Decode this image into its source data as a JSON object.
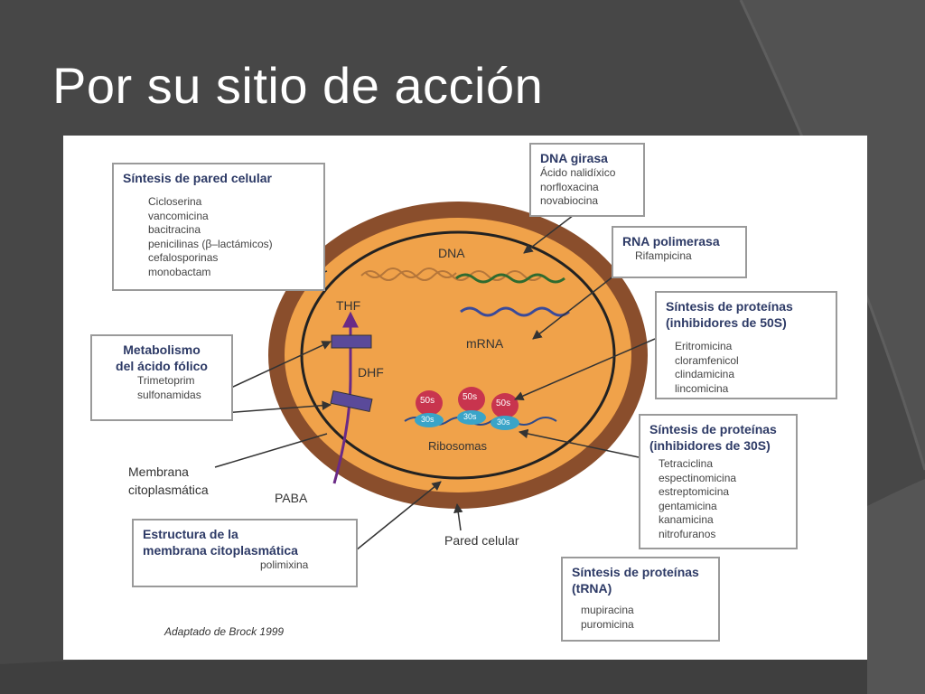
{
  "slide": {
    "title": "Por su sitio de acción"
  },
  "diagram": {
    "source_note": "Adaptado de Brock 1999",
    "boxes": {
      "cell_wall": {
        "title": "Síntesis de pared celular",
        "drugs": [
          "Cicloserina",
          "vancomicina",
          "bacitracina",
          "penicilinas (β–lactámicos)",
          "cefalosporinas",
          "monobactam"
        ]
      },
      "dna_gyrase": {
        "title": "DNA girasa",
        "drugs": [
          "Ácido nalidíxico",
          "norfloxacina",
          "novabiocina"
        ]
      },
      "rna_polymerase": {
        "title": "RNA polimerasa",
        "drugs": [
          "Rifampicina"
        ]
      },
      "protein_50s": {
        "title_line1": "Síntesis de proteínas",
        "title_line2": "(inhibidores de 50S)",
        "drugs": [
          "Eritromicina",
          "cloramfenicol",
          "clindamicina",
          "lincomicina"
        ]
      },
      "folic": {
        "title_line1": "Metabolismo",
        "title_line2": "del ácido fólico",
        "drugs": [
          "Trimetoprim",
          "sulfonamidas"
        ]
      },
      "protein_30s": {
        "title_line1": "Síntesis de proteínas",
        "title_line2": "(inhibidores de 30S)",
        "drugs": [
          "Tetraciclina",
          "espectinomicina",
          "estreptomicina",
          "gentamicina",
          "kanamicina",
          "nitrofuranos"
        ]
      },
      "membrane": {
        "title_line1": "Estructura de la",
        "title_line2": "membrana citoplasmática",
        "drugs": [
          "polimixina"
        ]
      },
      "trna": {
        "title_line1": "Síntesis de proteínas",
        "title_line2": "(tRNA)",
        "drugs": [
          "mupiracina",
          "puromicina"
        ]
      }
    },
    "labels": {
      "dna": "DNA",
      "mrna": "mRNA",
      "thf": "THF",
      "dhf": "DHF",
      "paba": "PABA",
      "ribosomes": "Ribosomas",
      "membrane_line1": "Membrana",
      "membrane_line2": "citoplasmática",
      "cell_wall": "Pared celular",
      "r50": "50s",
      "r30": "30s"
    },
    "colors": {
      "cell_wall": "#8a4e2c",
      "cytoplasm": "#f0a24a",
      "ribosome_50s": "#c8344e",
      "ribosome_30s": "#3aa4c8",
      "box_title": "#2d3a66",
      "folate_bar": "#5a4a9a",
      "arrow": "#6a2a86"
    }
  }
}
